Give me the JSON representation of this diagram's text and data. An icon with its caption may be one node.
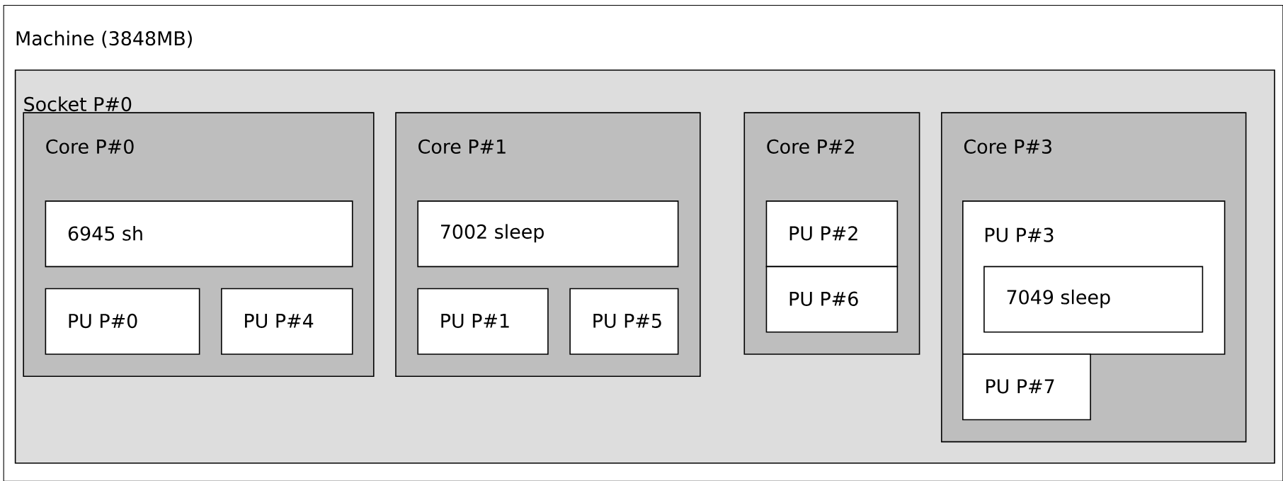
{
  "diagram": {
    "nodes": [
      {
        "text": [
          "Machine (3848MB)"
        ]
      },
      {
        "text": [
          "Socket P#0"
        ],
        "in": 0
      },
      {
        "text": [
          "Core P#0"
        ],
        "in": 1
      },
      {
        "text": [
          "6945 sh"
        ],
        "in": 2
      },
      {
        "text": [
          "PU P#0"
        ],
        "in": 2
      },
      {
        "text": [
          "PU P#4"
        ],
        "in": 2
      },
      {
        "text": [
          "Core P#1"
        ],
        "in": 1
      },
      {
        "text": [
          "7002 sleep"
        ],
        "in": 6
      },
      {
        "text": [
          "PU P#1"
        ],
        "in": 6
      },
      {
        "text": [
          "PU P#5"
        ],
        "in": 6
      },
      {
        "text": [
          "Core P#2"
        ],
        "in": 1
      },
      {
        "text": [
          "PU P#2"
        ],
        "in": 10
      },
      {
        "text": [
          "PU P#6"
        ],
        "in": 10
      },
      {
        "text": [
          "Core P#3"
        ],
        "in": 1
      },
      {
        "text": [
          "PU P#3"
        ],
        "in": 13
      },
      {
        "text": [
          "7049 sleep"
        ],
        "in": 14
      },
      {
        "text": [
          "PU P#7"
        ],
        "in": 13
      }
    ]
  }
}
